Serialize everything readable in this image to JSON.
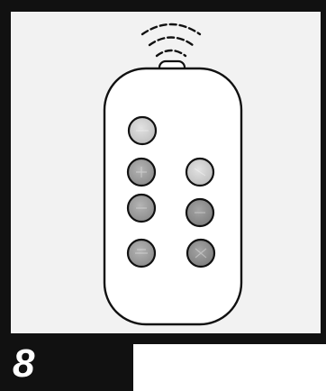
{
  "step": {
    "number": "8"
  },
  "illustration": {
    "subject": "remote-control-with-signal",
    "colors": {
      "frame": "#111111",
      "panel_bg": "#f2f2f2",
      "remote_body": "#ffffff",
      "button_light": "#c9c9c9",
      "button_mid": "#9d9d9d",
      "button_dark": "#8e8e8e"
    },
    "button_count": 7,
    "signal_arcs": 3
  }
}
